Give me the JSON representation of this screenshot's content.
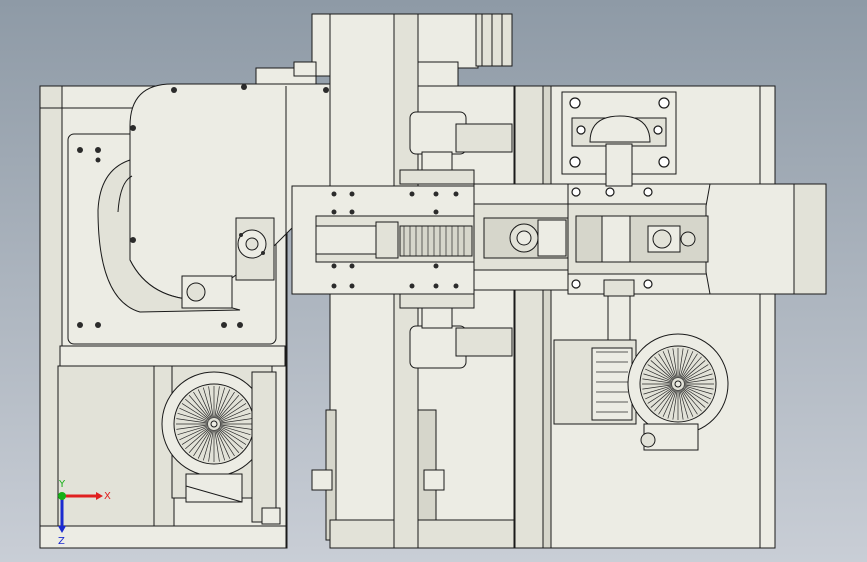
{
  "viewport": {
    "background_top": "#8e9aa6",
    "background_bottom": "#c9ced6",
    "part_fill": "#ececE4"
  },
  "triad": {
    "x_label": "X",
    "y_label": "Y",
    "z_label": "Z",
    "x_color": "#e02020",
    "y_color": "#16b016",
    "z_color": "#1a2ad0"
  }
}
